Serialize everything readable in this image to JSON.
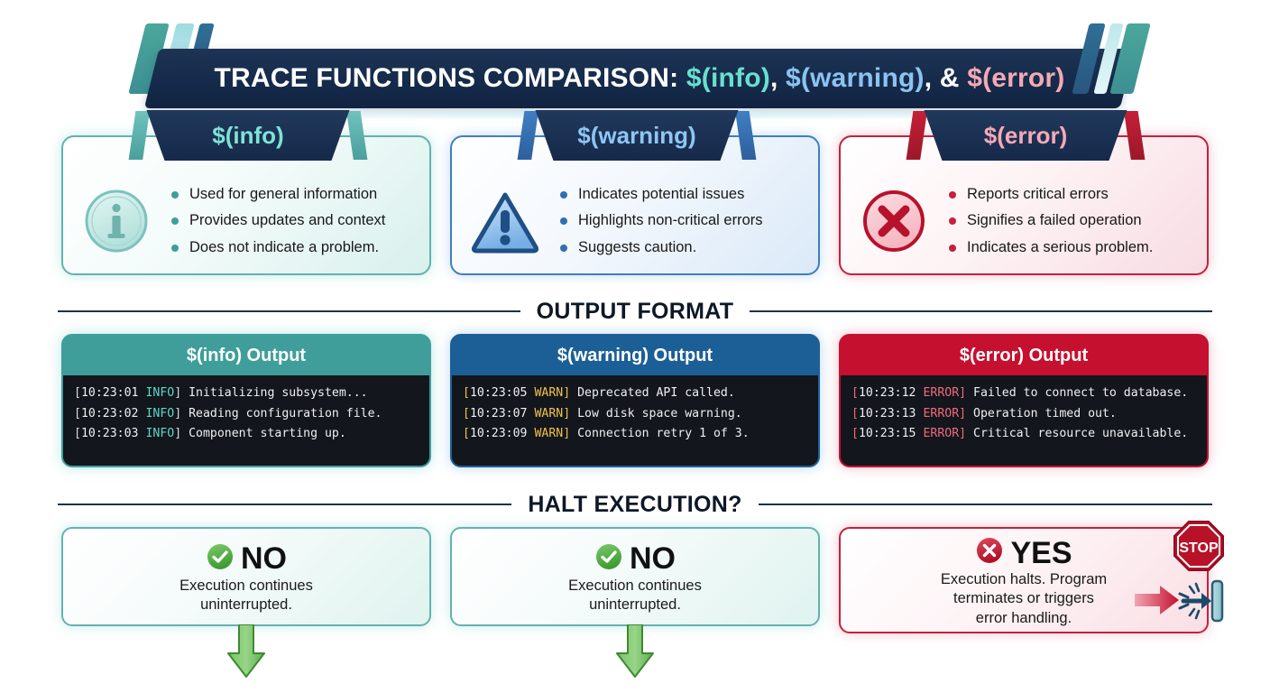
{
  "title": {
    "prefix": "TRACE FUNCTIONS COMPARISON:",
    "info": "$(info)",
    "sep1": ",",
    "warning": "$(warning)",
    "sep2": ", &",
    "error": "$(error)"
  },
  "colors": {
    "info_accent": "#3f9e9a",
    "info_light": "#7fe3d5",
    "warning_accent": "#1c5f96",
    "warning_light": "#8fc6f2",
    "error_accent": "#c5102f",
    "error_light": "#f6a9b6",
    "header_navy": "#16294a",
    "terminal_bg": "#13161c",
    "ok_green": "#57a councils"
  },
  "cards": [
    {
      "tab_label": "$(info)",
      "icon": "info-circle-icon",
      "bullets": [
        "Used for general information",
        "Provides updates and context",
        "Does not indicate a problem."
      ]
    },
    {
      "tab_label": "$(warning)",
      "icon": "warning-triangle-icon",
      "bullets": [
        "Indicates potential issues",
        "Highlights non-critical errors",
        "Suggests caution."
      ]
    },
    {
      "tab_label": "$(error)",
      "icon": "error-circle-x-icon",
      "bullets": [
        "Reports critical errors",
        "Signifies a failed operation",
        "Indicates a serious problem."
      ]
    }
  ],
  "sections": {
    "output_format": "OUTPUT FORMAT",
    "halt_execution": "HALT EXECUTION?"
  },
  "outputs": [
    {
      "header": "$(info) Output",
      "lines": [
        {
          "timestamp": "10:23:01",
          "level": "INFO",
          "message": "Initializing subsystem..."
        },
        {
          "timestamp": "10:23:02",
          "level": "INFO",
          "message": "Reading configuration file."
        },
        {
          "timestamp": "10:23:03",
          "level": "INFO",
          "message": "Component starting up."
        }
      ]
    },
    {
      "header": "$(warning) Output",
      "lines": [
        {
          "timestamp": "10:23:05",
          "level": "WARN",
          "message": "Deprecated API called."
        },
        {
          "timestamp": "10:23:07",
          "level": "WARN",
          "message": "Low disk space warning."
        },
        {
          "timestamp": "10:23:09",
          "level": "WARN",
          "message": "Connection retry 1 of 3."
        }
      ]
    },
    {
      "header": "$(error) Output",
      "lines": [
        {
          "timestamp": "10:23:12",
          "level": "ERROR",
          "message": "Failed to connect to database."
        },
        {
          "timestamp": "10:23:13",
          "level": "ERROR",
          "message": "Operation timed out."
        },
        {
          "timestamp": "10:23:15",
          "level": "ERROR",
          "message": "Critical resource unavailable."
        }
      ]
    }
  ],
  "halt": [
    {
      "icon": "green-check-circle-icon",
      "answer": "NO",
      "desc_line1": "Execution continues",
      "desc_line2": "uninterrupted.",
      "arrow": "green-down-arrow-icon"
    },
    {
      "icon": "green-check-circle-icon",
      "answer": "NO",
      "desc_line1": "Execution continues",
      "desc_line2": "uninterrupted.",
      "arrow": "green-down-arrow-icon"
    },
    {
      "icon": "red-x-circle-icon",
      "answer": "YES",
      "desc_line1": "Execution halts. Program",
      "desc_line2": "terminates or triggers",
      "desc_line3": "error handling.",
      "arrow": "red-right-arrow-icon",
      "stop_sign_label": "STOP",
      "exit_icon": "halt-impact-icon"
    }
  ]
}
